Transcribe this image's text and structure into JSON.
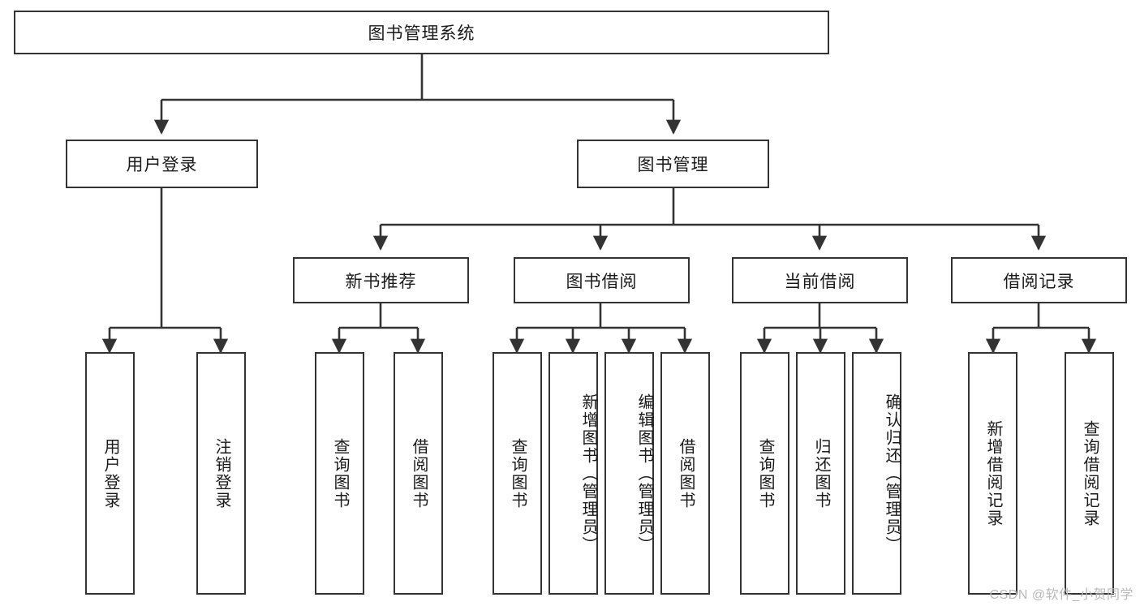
{
  "diagram": {
    "title": "图书管理系统",
    "watermark": "CSDN @软件_小贺同学",
    "colors": {
      "stroke": "#333333",
      "fill": "#ffffff",
      "text": "#1a1a1a",
      "watermark": "#b9b9b9",
      "background": "#ffffff"
    },
    "nodes": {
      "root": {
        "label": "图书管理系统"
      },
      "level2": [
        {
          "label": "用户登录"
        },
        {
          "label": "图书管理"
        }
      ],
      "level3": [
        {
          "label": "新书推荐"
        },
        {
          "label": "图书借阅"
        },
        {
          "label": "当前借阅"
        },
        {
          "label": "借阅记录"
        }
      ],
      "leaves": {
        "user_login": [
          {
            "label": "用户登录"
          },
          {
            "label": "注销登录"
          }
        ],
        "new_book": [
          {
            "label": "查询图书"
          },
          {
            "label": "借阅图书"
          }
        ],
        "book_borrow": [
          {
            "label": "查询图书"
          },
          {
            "label": "新增图书（管理员）"
          },
          {
            "label": "编辑图书（管理员）"
          },
          {
            "label": "借阅图书"
          }
        ],
        "current_borrow": [
          {
            "label": "查询图书"
          },
          {
            "label": "归还图书"
          },
          {
            "label": "确认归还（管理员）"
          }
        ],
        "borrow_record": [
          {
            "label": "新增借阅记录"
          },
          {
            "label": "查询借阅记录"
          }
        ]
      }
    }
  }
}
